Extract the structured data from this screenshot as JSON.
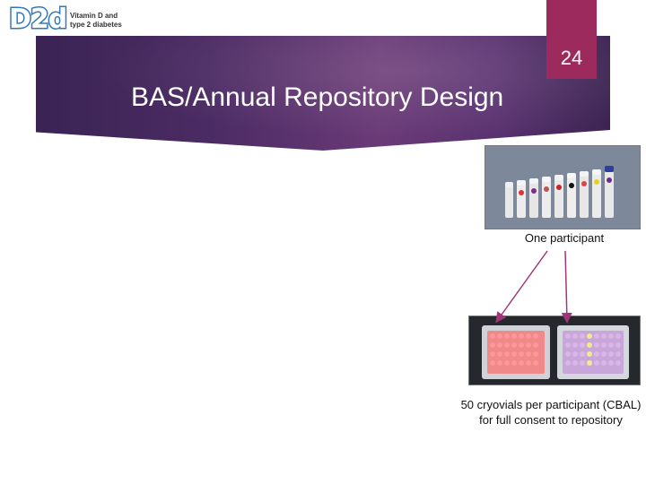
{
  "logo": {
    "mark": "D2d",
    "line1": "Vitamin D and",
    "line2": "type 2 diabetes"
  },
  "slide_number": "24",
  "title": "BAS/Annual Repository Design",
  "captions": {
    "vials": "One participant",
    "cryovials": "50 cryovials per participant (CBAL) for full consent to repository"
  },
  "colors": {
    "banner": "#4b2b63",
    "slide_number_box": "#9c2a5c",
    "arrow": "#a0357a",
    "logo_blue": "#2f78bd"
  }
}
